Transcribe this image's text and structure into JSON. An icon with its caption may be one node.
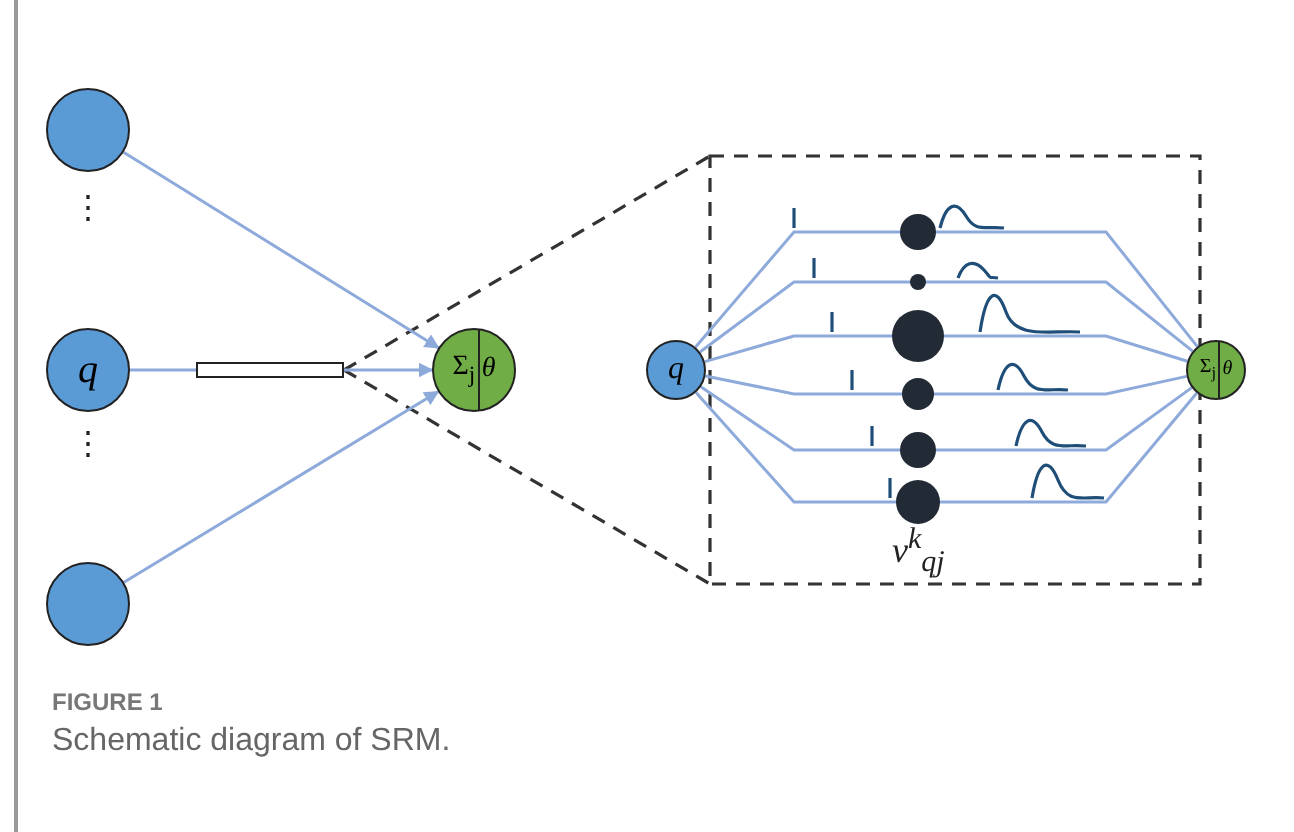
{
  "diagram": {
    "caption": "Schematic diagram of SRM.",
    "nodes": [
      {
        "text": [],
        "shape": "circle"
      },
      {
        "text": [
          "q"
        ]
      },
      {
        "text": [],
        "shape": "circle"
      },
      {
        "text": [
          "Σ$_{j}$",
          "θ"
        ]
      },
      {
        "text": [],
        "shape": "bar"
      },
      {
        "text": [
          "q"
        ]
      },
      {
        "text": [
          "Σ$_{j}$",
          "θ"
        ]
      }
    ],
    "edges": [
      {
        "from": 0,
        "to": 3,
        "arrow": "to"
      },
      {
        "from": 1,
        "to": 4,
        "arrow": "none"
      },
      {
        "from": 4,
        "to": 3,
        "arrow": "to"
      },
      {
        "from": 2,
        "to": 3,
        "arrow": "to"
      },
      {
        "from": 5,
        "to": 6,
        "arrow": "none"
      },
      {
        "from": 5,
        "to": 6,
        "arrow": "none"
      },
      {
        "from": 5,
        "to": 6,
        "arrow": "none"
      },
      {
        "from": 5,
        "to": 6,
        "arrow": "none"
      },
      {
        "from": 5,
        "to": 6,
        "arrow": "none"
      },
      {
        "from": 5,
        "to": 6,
        "arrow": "none"
      }
    ],
    "labels": [
      "⋮",
      "⋮",
      "v$^{k}$$_{qj}$",
      "FIGURE 1"
    ]
  }
}
